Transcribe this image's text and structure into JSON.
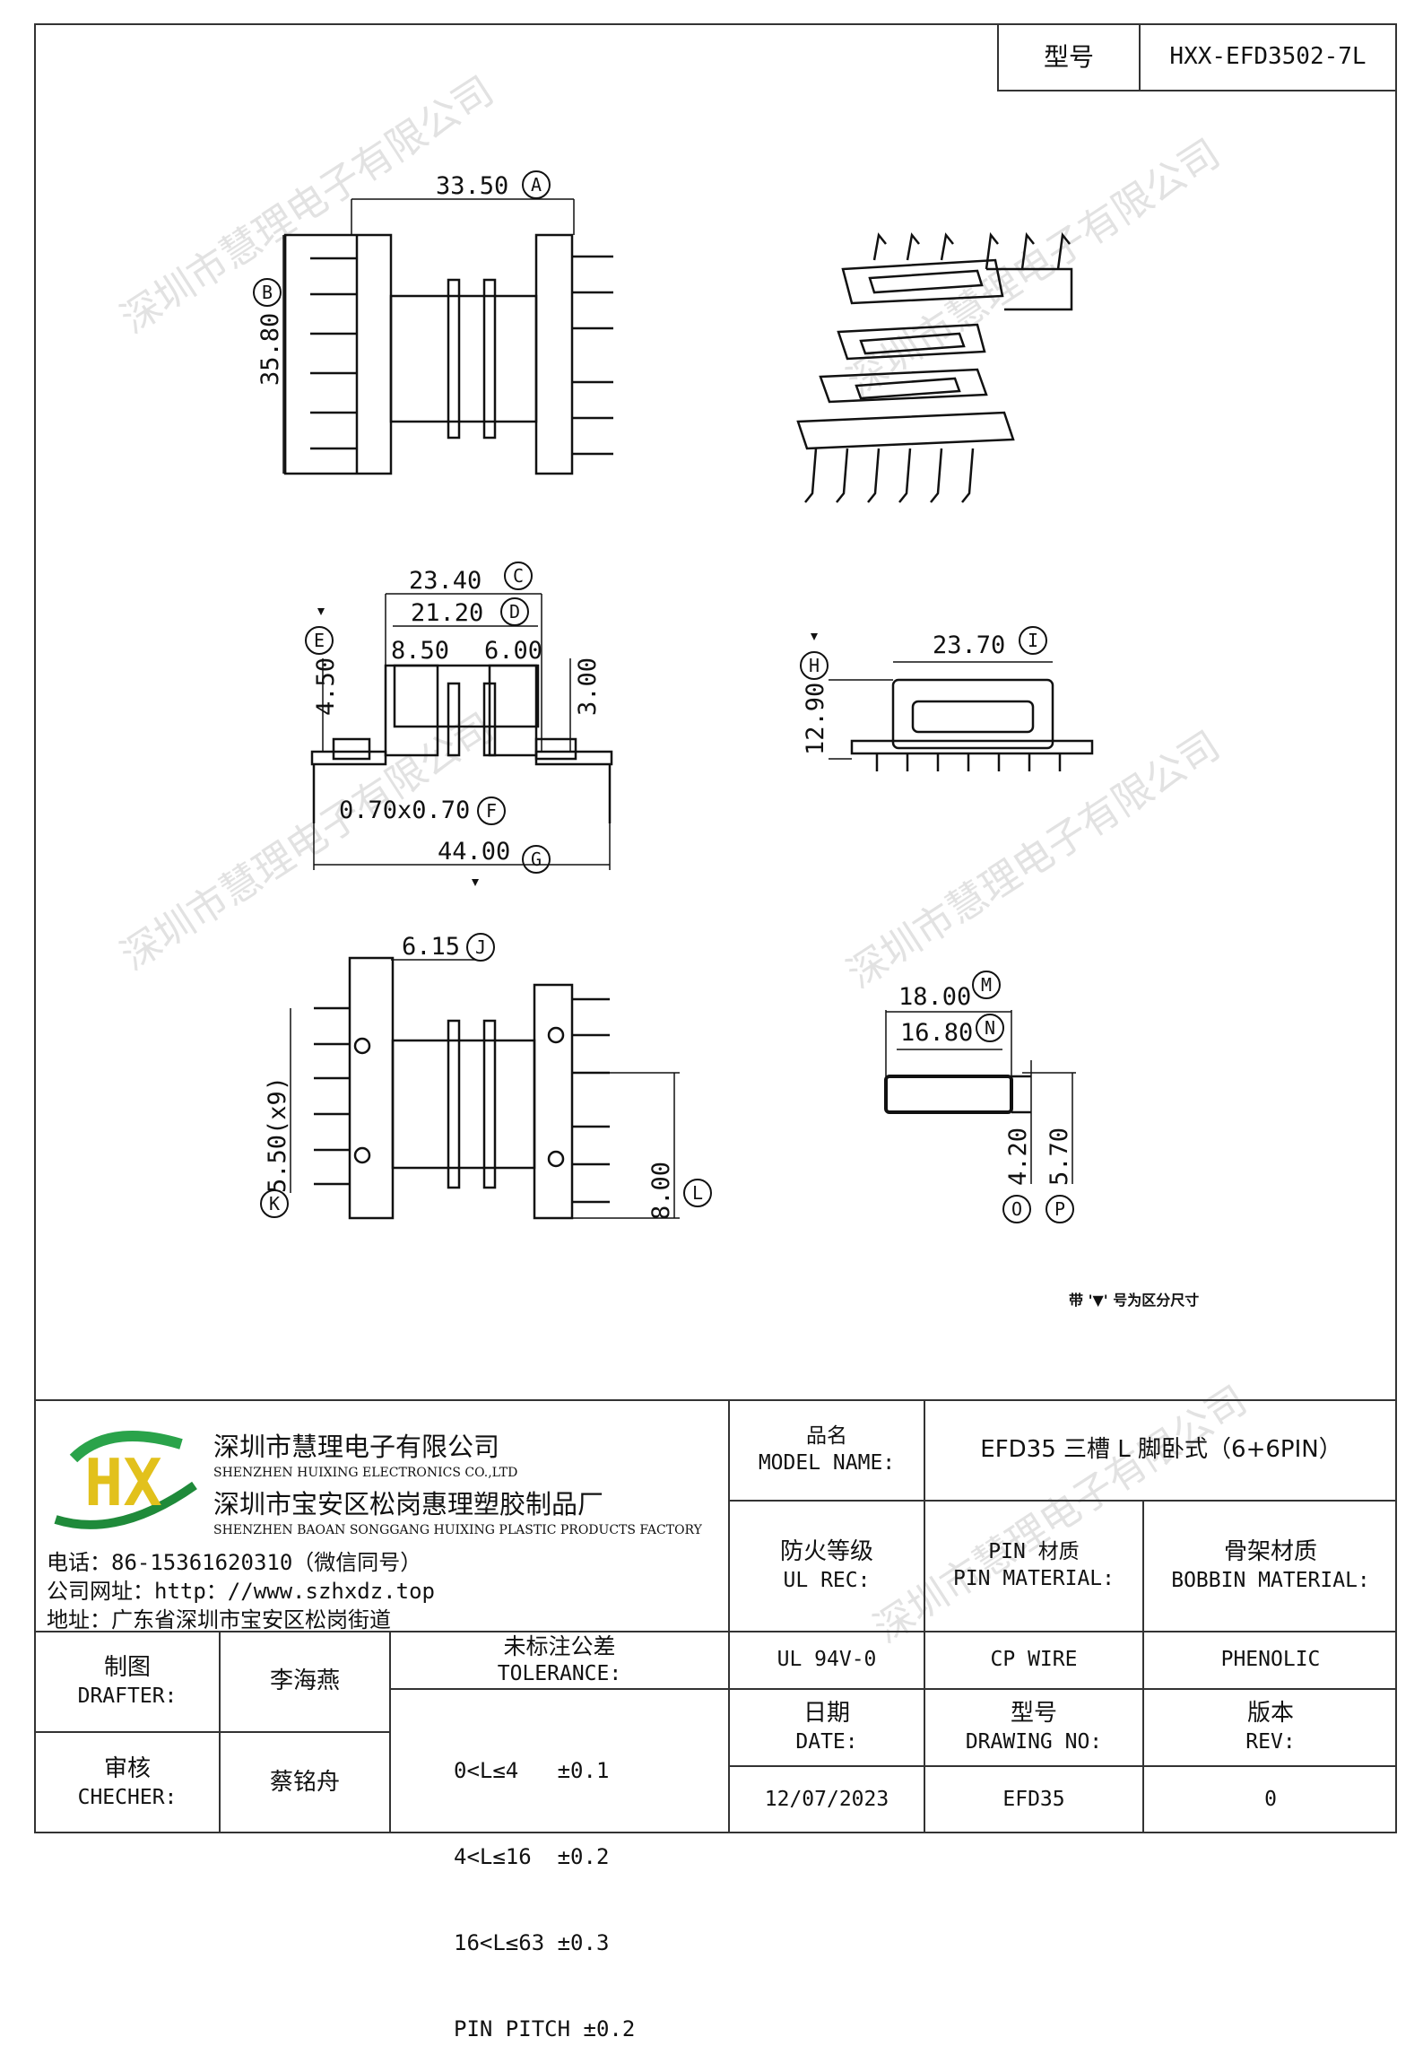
{
  "model_box": {
    "label": "型号",
    "value": "HXX-EFD3502-7L"
  },
  "watermark": "深圳市慧理电子有限公司",
  "dimensions": {
    "A": "33.50",
    "B": "35.80",
    "C": "23.40",
    "D": "21.20",
    "d1": "8.50",
    "d2": "6.00",
    "d3": "3.00",
    "E": "4.50",
    "F": "0.70x0.70",
    "G": "44.00",
    "H": "12.90",
    "I": "23.70",
    "J": "6.15",
    "K": "5.50(x9)",
    "L": "8.00",
    "M": "18.00",
    "N": "16.80",
    "O": "4.20",
    "P": "5.70"
  },
  "callouts": {
    "A": "A",
    "B": "B",
    "C": "C",
    "D": "D",
    "E": "E",
    "F": "F",
    "G": "G",
    "H": "H",
    "I": "I",
    "J": "J",
    "K": "K",
    "L": "L",
    "M": "M",
    "N": "N",
    "O": "O",
    "P": "P"
  },
  "note": "带 '▼' 号为区分尺寸",
  "company": {
    "logo_text": "HX",
    "name_cn": "深圳市慧理电子有限公司",
    "name_en": "SHENZHEN HUIXING ELECTRONICS CO.,LTD",
    "factory_cn": "深圳市宝安区松岗惠理塑胶制品厂",
    "factory_en": "SHENZHEN BAOAN SONGGANG HUIXING PLASTIC PRODUCTS FACTORY",
    "phone": "电话：86-15361620310（微信同号）",
    "website": "公司网址：http：//www.szhxdz.top",
    "address": "地址：广东省深圳市宝安区松岗街道"
  },
  "table": {
    "model_name_cn": "品名",
    "model_name_en": "MODEL NAME:",
    "model_name_value": "EFD35 三槽 L 脚卧式（6+6PIN）",
    "ul_rec_cn": "防火等级",
    "ul_rec_en": "UL REC:",
    "pin_mat_cn": "PIN 材质",
    "pin_mat_en": "PIN MATERIAL:",
    "bobbin_mat_cn": "骨架材质",
    "bobbin_mat_en": "BOBBIN MATERIAL:",
    "ul_value": "UL 94V-0",
    "pin_value": "CP WIRE",
    "bobbin_value": "PHENOLIC",
    "drafter_cn": "制图",
    "drafter_en": "DRAFTER:",
    "drafter_name": "李海燕",
    "checker_cn": "审核",
    "checker_en": "CHECHER:",
    "checker_name": "蔡铭舟",
    "tolerance_cn": "未标注公差",
    "tolerance_en": "TOLERANCE:",
    "tolerance_lines": [
      "0<L≤4   ±0.1",
      "4<L≤16  ±0.2",
      "16<L≤63 ±0.3",
      "PIN PITCH ±0.2"
    ],
    "date_cn": "日期",
    "date_en": "DATE:",
    "date_value": "12/07/2023",
    "drawing_cn": "型号",
    "drawing_en": "DRAWING NO:",
    "drawing_value": "EFD35",
    "rev_cn": "版本",
    "rev_en": "REV:",
    "rev_value": "0"
  }
}
